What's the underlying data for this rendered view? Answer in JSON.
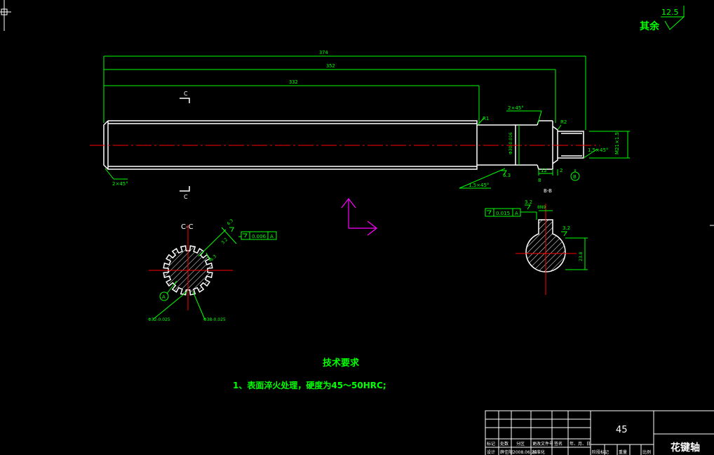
{
  "roughness": {
    "label": "其余",
    "value": "12.5"
  },
  "dimensions": {
    "overall": "374",
    "mid": "352",
    "spline_length": "332"
  },
  "section_cut": {
    "top": "C",
    "bottom": "C",
    "view_title": "C-C"
  },
  "shaft_callouts": {
    "chamfer_left": "2×45°",
    "chamfer_neck": "1.5×45°",
    "chamfer_top": "2×45°",
    "r1": "R1",
    "r2": "R2",
    "neck_diameter": "Φ30-0.016",
    "roughness_small": "6.3",
    "thread": "M21×1.5",
    "chamfer_end": "1.5×45°",
    "dim_12": "12",
    "dim_2": "2",
    "dim_8": "8",
    "datum_b": "B",
    "section_b_label": "B-B"
  },
  "spline_section": {
    "roughness_a": "6.3",
    "roughness_b": "3.2",
    "roughness_c": "6.3",
    "tolerance_value": "0.006",
    "tolerance_datum": "A",
    "datum_a": "A",
    "minor_diameter": "Φ32-0.025",
    "major_diameter": "Φ38-0.025"
  },
  "key_section": {
    "roughness_top": "3.2",
    "roughness_right": "3.2",
    "tolerance_value": "0.015",
    "tolerance_datum": "A",
    "key_width": "8N9",
    "depth": "23.8"
  },
  "tech_requirements": {
    "title": "技术要求",
    "item1": "1、表面淬火处理，硬度为45～50HRC;"
  },
  "title_block": {
    "material": "45",
    "part_name": "花键轴",
    "row_labels": [
      "标记",
      "处数",
      "分区",
      "更改文件号",
      "签名",
      "年、月、日"
    ],
    "row2": [
      "设计",
      "薛佳阳",
      "2008.06.20",
      "标准化"
    ],
    "extra_labels": [
      "阶段标记",
      "重量",
      "比例"
    ]
  },
  "colors": {
    "background": "#000000",
    "geometry": "#ffffff",
    "dimension": "#00ff00",
    "centerline": "#ff0000",
    "ucs": "#ff00ff"
  }
}
